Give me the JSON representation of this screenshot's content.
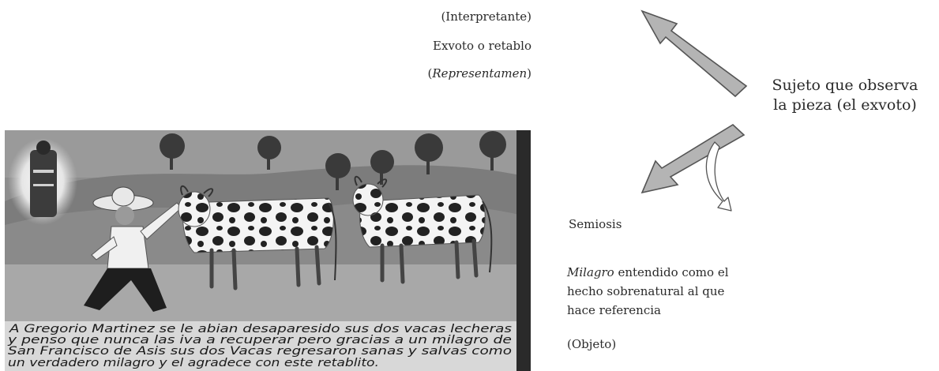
{
  "labels": {
    "interpretante": "(Interpretante)",
    "exvoto": "Exvoto o retablo",
    "representamen_open": "(",
    "representamen_word": "Representamen",
    "representamen_close": ")",
    "subject_line1": "Sujeto que observa",
    "subject_line2": "la pieza (el exvoto)",
    "semiosis": "Semiosis",
    "milagro_word": "Milagro",
    "milagro_line1_rest": " entendido como el",
    "milagro_line2": "hecho sobrenatural al que",
    "milagro_line3": "hace referencia",
    "objeto": "(Objeto)"
  },
  "painting": {
    "inscription": [
      "A Gregorio Martinez se le abian desaparesido sus dos vacas lecheras",
      "y penso que nunca las iva a recuperar pero gracias a un milagro de",
      "San Francisco de Asis sus dos Vacas regresaron sanas y salvas como",
      "un verdadero milagro y el agradece con este retablito."
    ]
  },
  "colors": {
    "arrow_fill": "#b4b4b4",
    "arrow_stroke": "#555555",
    "text": "#2a2a2a"
  }
}
